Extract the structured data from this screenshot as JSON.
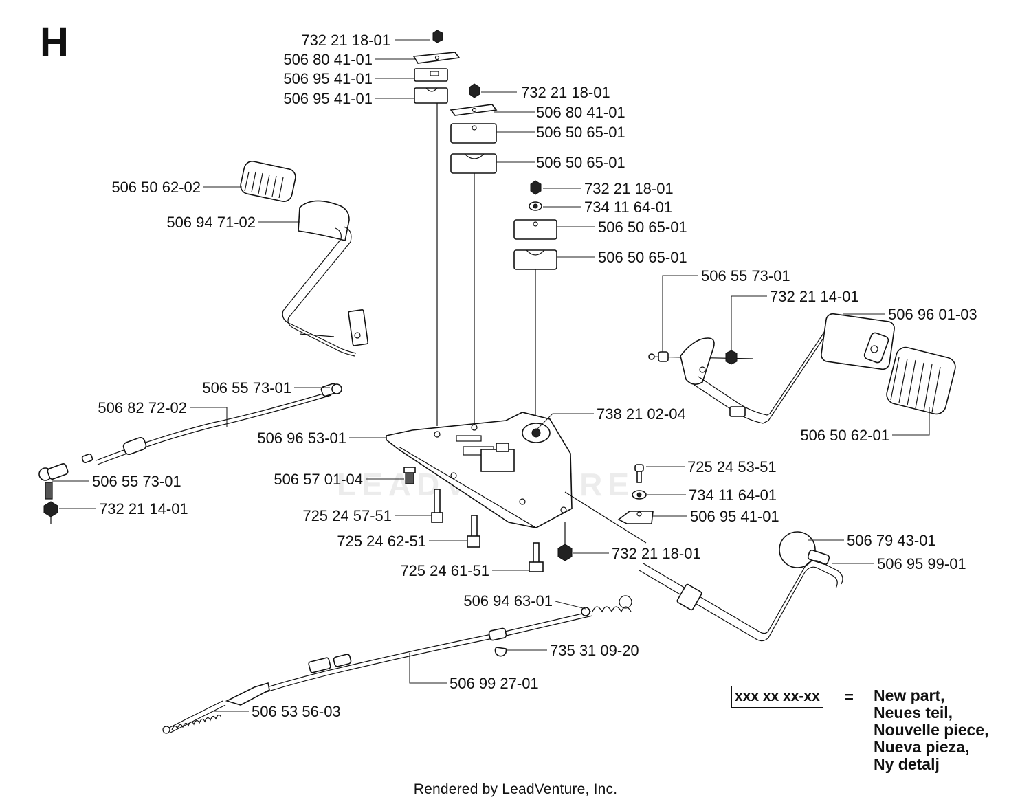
{
  "section_letter": "H",
  "watermark": "LEADVENTURE",
  "footer": "Rendered by LeadVenture, Inc.",
  "legend": {
    "box": "xxx xx xx-xx",
    "equals": "=",
    "lines": [
      "New part,",
      "Neues teil,",
      "Nouvelle piece,",
      "Nueva pieza,",
      "Ny detalj"
    ]
  },
  "parts": [
    "732 21 18-01",
    "506 80 41-01",
    "506 95 41-01",
    "506 95 41-01",
    "732 21 18-01",
    "506 80 41-01",
    "506 50 65-01",
    "506 50 65-01",
    "506 50 62-02",
    "506 94 71-02",
    "732 21 18-01",
    "734 11 64-01",
    "506 50 65-01",
    "506 50 65-01",
    "506 55 73-01",
    "732 21 14-01",
    "506 96 01-03",
    "506 55 73-01",
    "506 82 72-02",
    "738 21 02-04",
    "506 96 53-01",
    "506 50 62-01",
    "506 55 73-01",
    "732 21 14-01",
    "506 57 01-04",
    "725 24 53-51",
    "734 11 64-01",
    "506 95 41-01",
    "725 24 57-51",
    "725 24 62-51",
    "506 79 43-01",
    "732 21 18-01",
    "506 95 99-01",
    "725 24 61-51",
    "506 94 63-01",
    "735 31 09-20",
    "506 99 27-01",
    "506 53 56-03"
  ]
}
